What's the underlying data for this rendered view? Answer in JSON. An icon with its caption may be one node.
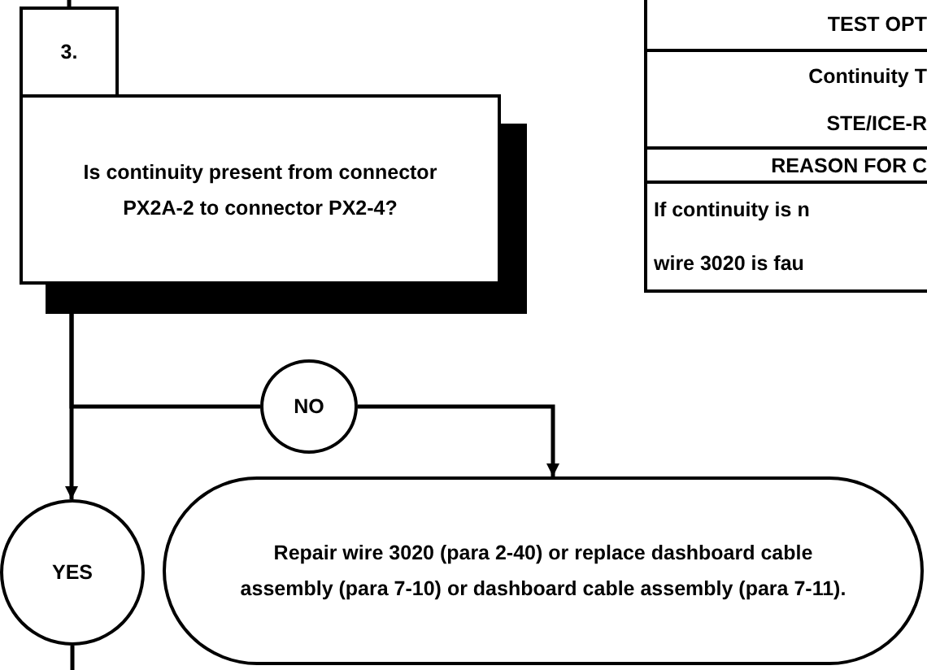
{
  "diagram": {
    "nodes": [
      {
        "text": [
          "3."
        ]
      },
      {
        "text": [
          "Is continuity present from connector PX2A-2 to connector PX2-4?"
        ]
      },
      {
        "text": [
          "YES"
        ]
      },
      {
        "text": [
          "NO"
        ]
      },
      {
        "text": [
          "Repair wire 3020 (para 2-40) or replace dashboard cable assembly (para 7-10) or dashboard cable assembly (para 7-11)."
        ]
      }
    ],
    "edges": [
      {
        "from": null,
        "to": 0,
        "arrow": "none"
      },
      {
        "from": 1,
        "to": 2,
        "arrow": "to"
      },
      {
        "from": 1,
        "to": 3,
        "arrow": "none"
      },
      {
        "from": 3,
        "to": 4,
        "arrow": "to"
      },
      {
        "from": 2,
        "to": null,
        "arrow": "none"
      }
    ],
    "labels": [
      "TEST OPT",
      "Continuity T",
      "STE/ICE-R",
      "REASON FOR C",
      "If continuity is n",
      "wire 3020 is fau"
    ]
  }
}
